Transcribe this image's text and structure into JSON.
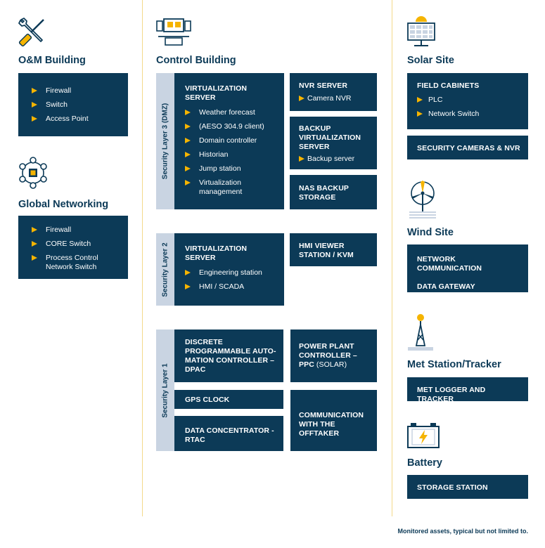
{
  "om_building": {
    "title": "O&M Building",
    "items": [
      "Firewall",
      "Switch",
      "Access Point"
    ]
  },
  "global_networking": {
    "title": "Global Networking",
    "items": [
      "Firewall",
      "CORE Switch",
      "Process Control Network Switch"
    ]
  },
  "control_building": {
    "title": "Control Building",
    "layer3": {
      "label": "Security Layer 3 (DMZ)",
      "virt_server": {
        "title": "VIRTUALIZATION SERVER",
        "items": [
          "Weather forecast",
          "(AESO 304.9 client)",
          "Domain controller",
          "Historian",
          "Jump station",
          "Virtualization management"
        ]
      },
      "nvr_server": {
        "title": "NVR SERVER",
        "items": [
          "Camera NVR"
        ]
      },
      "backup_server": {
        "title": "BACKUP VIRTUALIZATION SERVER",
        "items": [
          "Backup server"
        ]
      },
      "nas_backup": {
        "title": "NAS BACKUP STORAGE"
      }
    },
    "layer2": {
      "label": "Security Layer 2",
      "virt_server": {
        "title": "VIRTUALIZATION SERVER",
        "items": [
          "Engineering station",
          "HMI / SCADA"
        ]
      },
      "hmi_viewer": {
        "title": "HMI VIEWER STATION / KVM"
      }
    },
    "layer1": {
      "label": "Security Layer 1",
      "dpac": {
        "title": "DISCRETE PROGRAMMABLE AUTO-MATION CONTROLLER – DPAC"
      },
      "ppc": {
        "title": "POWER PLANT CONTROLLER – PPC",
        "suffix": "(SOLAR)"
      },
      "gps_clock": {
        "title": "GPS CLOCK"
      },
      "rtac": {
        "title": "DATA CONCENTRATOR - RTAC"
      },
      "offtaker": {
        "title": "COMMUNICATION WITH THE OFFTAKER"
      }
    }
  },
  "solar_site": {
    "title": "Solar Site",
    "field_cabinets": {
      "title": "FIELD CABINETS",
      "items": [
        "PLC",
        "Network Switch"
      ]
    },
    "cameras": {
      "title": "SECURITY CAMERAS & NVR"
    }
  },
  "wind_site": {
    "title": "Wind Site",
    "line1": "NETWORK COMMUNICATION",
    "line2": "DATA GATEWAY"
  },
  "met_station": {
    "title": "Met Station/Tracker",
    "box": "MET LOGGER AND TRACKER"
  },
  "battery": {
    "title": "Battery",
    "box": "STORAGE STATION"
  },
  "footnote": "Monitored assets, typical but not limited to.",
  "colors": {
    "navy": "#0c3a57",
    "accent": "#f5b400",
    "layer_band": "#c9d4e2",
    "divider": "#f3d98a"
  },
  "icons": [
    "tools-icon",
    "network-hub-icon",
    "control-room-icon",
    "solar-panel-icon",
    "wind-turbine-icon",
    "met-tower-icon",
    "battery-icon"
  ]
}
